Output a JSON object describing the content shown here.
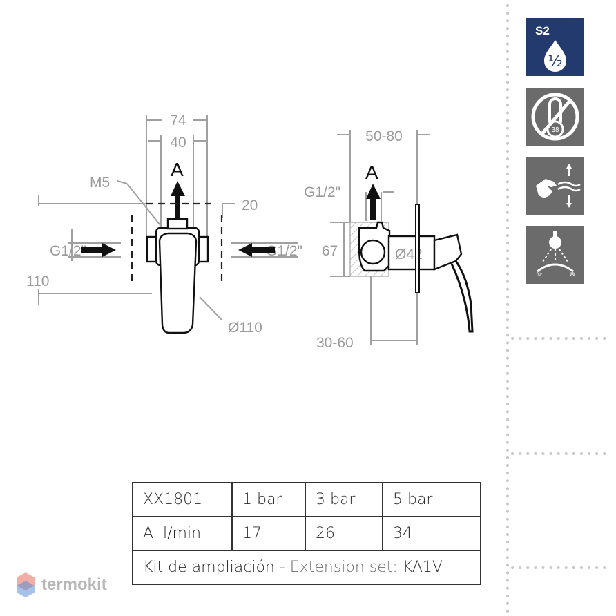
{
  "dims": {
    "d74": "74",
    "d40": "40",
    "m5": "M5",
    "d20": "20",
    "g12_left": "G1/2\"",
    "g12_right": "G1/2\"",
    "d110": "110",
    "dia110": "Ø110",
    "arrow_a_front": "A",
    "d5080": "50-80",
    "g12_side": "G1/2\"",
    "arrow_a_side": "A",
    "d67": "67",
    "dia42": "Ø42",
    "d3060": "30-60"
  },
  "icons": {
    "pressure": {
      "name": "pressure-class-icon",
      "label_top": "S2",
      "label_frac": "½",
      "bg": "#223a6e"
    },
    "thermo": {
      "name": "no-thermostat-icon",
      "label": "38",
      "bg": "#6b6b6b"
    },
    "flow": {
      "name": "hand-water-flow-icon",
      "bg": "#6b6b6b"
    },
    "shower": {
      "name": "shower-temperature-icon",
      "bg": "#6b6b6b"
    }
  },
  "table": {
    "row1": {
      "model": "XX1801",
      "c1": "1 bar",
      "c2": "3 bar",
      "c3": "5 bar"
    },
    "row2": {
      "label": "A  l/min",
      "c1": "17",
      "c2": "26",
      "c3": "34"
    },
    "row3": {
      "kit_es": "Kit de ampliación",
      "sep": " - ",
      "kit_en": "Extension set:",
      "code": " KA1V"
    }
  },
  "brand": {
    "name": "termokit",
    "logo_top": "#e86a5a",
    "logo_bottom": "#5b8fd6"
  }
}
